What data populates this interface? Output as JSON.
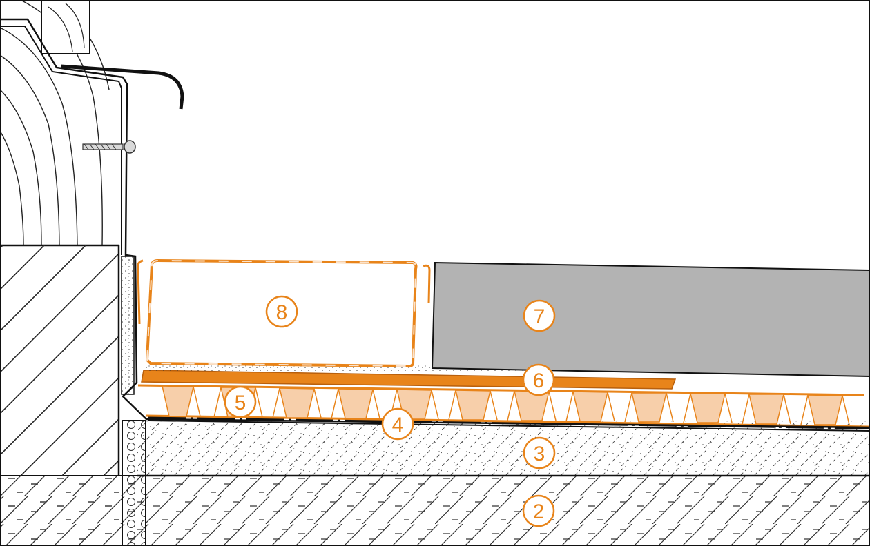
{
  "colors": {
    "accent": "#e8841a",
    "orange_fill": "#f2a45a",
    "orange_light": "#f7cfaa",
    "gray_panel": "#b3b3b3",
    "line": "#1a1a1a",
    "background": "#ffffff"
  },
  "callouts": [
    {
      "id": "2",
      "label": "2"
    },
    {
      "id": "3",
      "label": "3"
    },
    {
      "id": "4",
      "label": "4"
    },
    {
      "id": "5",
      "label": "5"
    },
    {
      "id": "6",
      "label": "6"
    },
    {
      "id": "7",
      "label": "7"
    },
    {
      "id": "8",
      "label": "8"
    }
  ]
}
